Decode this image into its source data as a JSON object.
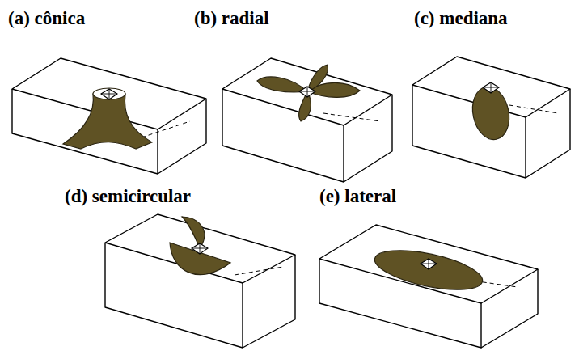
{
  "diagram": {
    "labels": [
      "(a) cônica",
      "(b) radial",
      "(c) mediana",
      "(d) semicircular",
      "(e) lateral"
    ]
  }
}
